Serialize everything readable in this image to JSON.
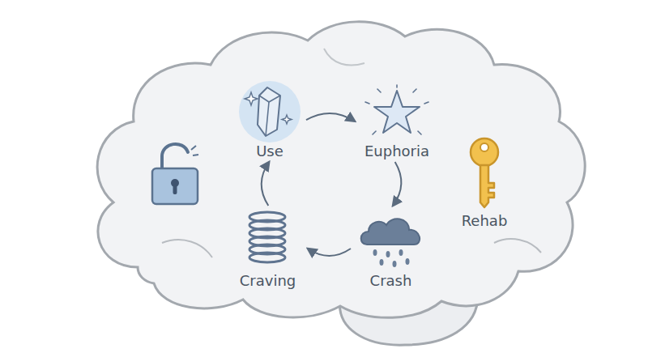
{
  "diagram": {
    "nodes": [
      {
        "text": [
          "Use"
        ]
      },
      {
        "text": [
          "Euphoria"
        ]
      },
      {
        "text": [
          "Crash"
        ]
      },
      {
        "text": [
          "Craving"
        ]
      }
    ],
    "edges": [
      {
        "from": 0,
        "to": 1,
        "arrow": "to"
      },
      {
        "from": 1,
        "to": 2,
        "arrow": "to"
      },
      {
        "from": 2,
        "to": 3,
        "arrow": "to"
      },
      {
        "from": 3,
        "to": 0,
        "arrow": "to"
      }
    ],
    "labels": [
      "Rehab"
    ]
  }
}
